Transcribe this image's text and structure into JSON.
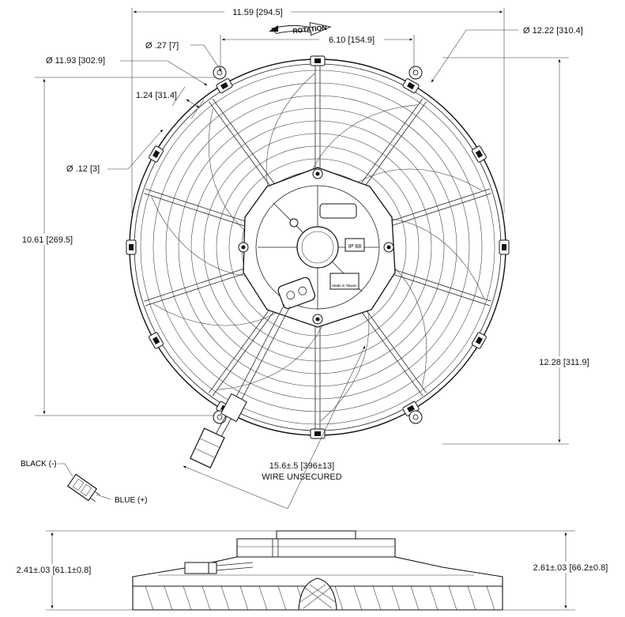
{
  "dimensions": {
    "overall_width": "11.59 [294.5]",
    "rotation": "ROTATION",
    "hole_diameter": "Ø .27 [7]",
    "bolt_spacing": "6.10 [154.9]",
    "outer_diameter": "Ø 12.22 [310.4]",
    "shroud_diameter": "Ø 11.93 [302.9]",
    "tab_offset": "1.24 [31.4]",
    "small_hole": "Ø .12 [3]",
    "left_height": "10.61 [269.5]",
    "right_height": "12.28 [311.9]",
    "wire_length": "15.6±.5 [396±13]",
    "wire_note": "WIRE UNSECURED",
    "side_left_depth": "2.41±.03 [61.1±0.8]",
    "side_right_depth": "2.61±.03 [66.2±0.8]"
  },
  "connector": {
    "black_label": "BLACK (-)",
    "blue_label": "BLUE (+)"
  },
  "motor_labels": {
    "ip_rating": "IP 68",
    "made_in": "Made in Taiwan"
  }
}
